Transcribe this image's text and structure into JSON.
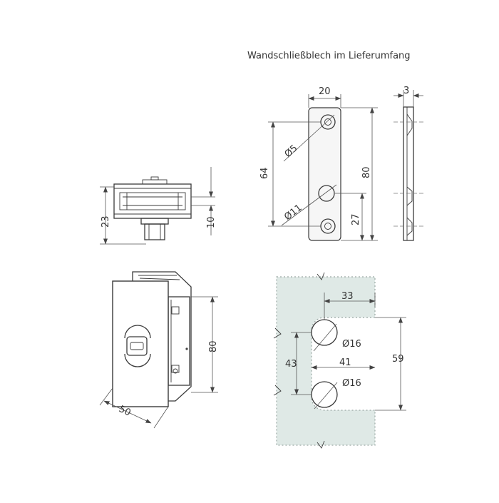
{
  "caption": "Wandschließblech im Lieferumfang",
  "side_view": {
    "dim_height": "23",
    "dim_thickness": "10"
  },
  "front_view": {
    "dim_height": "80",
    "dim_width": "50"
  },
  "strike_plate": {
    "dim_width": "20",
    "dim_height": "80",
    "dim_hole_spacing": "64",
    "dim_hole_bottom": "27",
    "dim_small_hole": "Ø5",
    "dim_large_hole": "Ø11",
    "dim_thickness": "3"
  },
  "cutout": {
    "dim_depth": "33",
    "dim_inner": "41",
    "dim_spacing": "43",
    "dim_total": "59",
    "dim_hole_top": "Ø16",
    "dim_hole_bottom": "Ø16"
  }
}
